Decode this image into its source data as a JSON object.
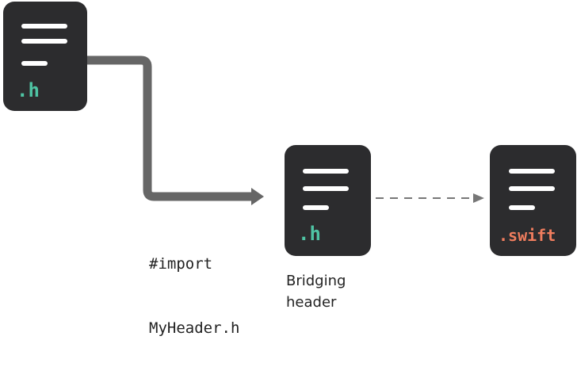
{
  "files": {
    "source_header": {
      "extension": ".h",
      "ext_color": "#4fc4a4"
    },
    "bridging_header": {
      "extension": ".h",
      "ext_color": "#4fc4a4"
    },
    "swift_file": {
      "extension": ".swift",
      "ext_color": "#f07d5e"
    }
  },
  "import_label": {
    "line1": "#import",
    "line2": "MyHeader.h"
  },
  "bridging_caption": {
    "line1": "Bridging",
    "line2": "header"
  },
  "colors": {
    "icon_bg": "#2c2c2e",
    "arrow": "#666666",
    "dashed_arrow": "#777777"
  }
}
